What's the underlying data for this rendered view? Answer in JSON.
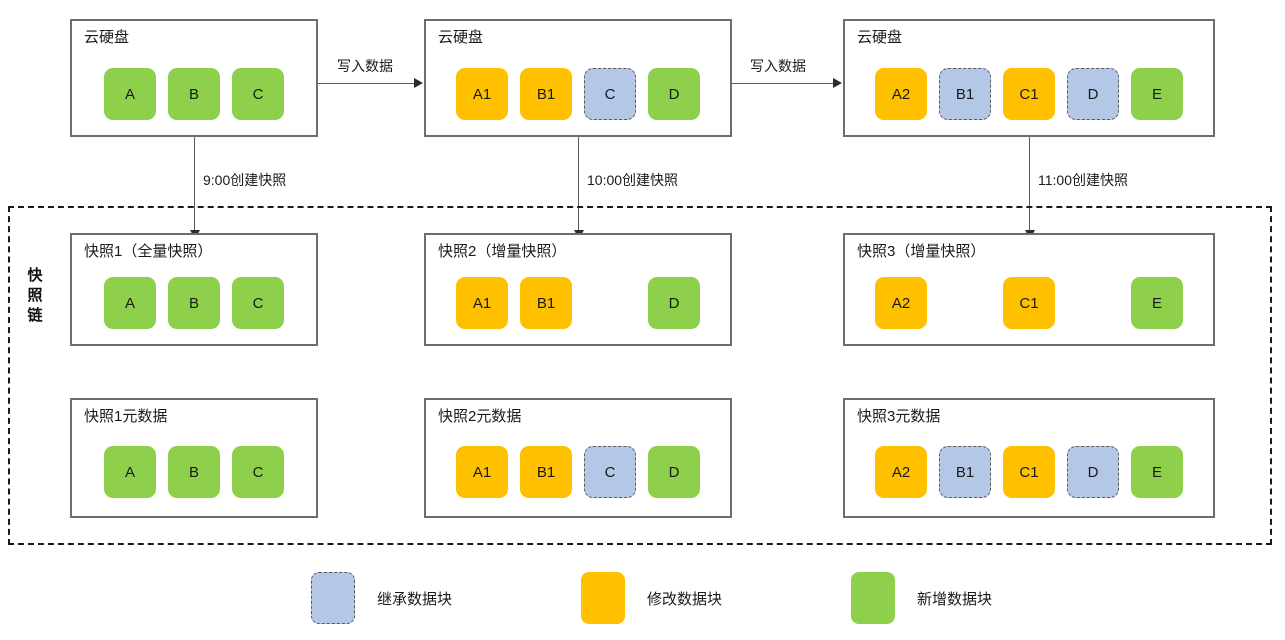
{
  "disks": [
    {
      "title": "云硬盘",
      "blocks": [
        {
          "label": "A",
          "kind": "green"
        },
        {
          "label": "B",
          "kind": "green"
        },
        {
          "label": "C",
          "kind": "green"
        }
      ]
    },
    {
      "title": "云硬盘",
      "blocks": [
        {
          "label": "A1",
          "kind": "orange"
        },
        {
          "label": "B1",
          "kind": "orange"
        },
        {
          "label": "C",
          "kind": "blue"
        },
        {
          "label": "D",
          "kind": "green"
        }
      ]
    },
    {
      "title": "云硬盘",
      "blocks": [
        {
          "label": "A2",
          "kind": "orange"
        },
        {
          "label": "B1",
          "kind": "blue"
        },
        {
          "label": "C1",
          "kind": "orange"
        },
        {
          "label": "D",
          "kind": "blue"
        },
        {
          "label": "E",
          "kind": "green"
        }
      ]
    }
  ],
  "write_labels": [
    "写入数据",
    "写入数据"
  ],
  "snapshot_labels": [
    "9:00创建快照",
    "10:00创建快照",
    "11:00创建快照"
  ],
  "chain": {
    "label_chars": [
      "快",
      "照",
      "链"
    ]
  },
  "snapshots": [
    {
      "title": "快照1（全量快照）",
      "blocks": [
        {
          "label": "A",
          "kind": "green"
        },
        {
          "label": "B",
          "kind": "green"
        },
        {
          "label": "C",
          "kind": "green"
        }
      ]
    },
    {
      "title": "快照2（增量快照）",
      "blocks": [
        {
          "label": "A1",
          "kind": "orange"
        },
        {
          "label": "B1",
          "kind": "orange"
        },
        {
          "label": "",
          "kind": "empty"
        },
        {
          "label": "D",
          "kind": "green"
        }
      ]
    },
    {
      "title": "快照3（增量快照）",
      "blocks": [
        {
          "label": "A2",
          "kind": "orange"
        },
        {
          "label": "",
          "kind": "empty"
        },
        {
          "label": "C1",
          "kind": "orange"
        },
        {
          "label": "",
          "kind": "empty"
        },
        {
          "label": "E",
          "kind": "green"
        }
      ]
    }
  ],
  "metadata": [
    {
      "title": "快照1元数据",
      "blocks": [
        {
          "label": "A",
          "kind": "green"
        },
        {
          "label": "B",
          "kind": "green"
        },
        {
          "label": "C",
          "kind": "green"
        }
      ]
    },
    {
      "title": "快照2元数据",
      "blocks": [
        {
          "label": "A1",
          "kind": "orange"
        },
        {
          "label": "B1",
          "kind": "orange"
        },
        {
          "label": "C",
          "kind": "blue"
        },
        {
          "label": "D",
          "kind": "green"
        }
      ]
    },
    {
      "title": "快照3元数据",
      "blocks": [
        {
          "label": "A2",
          "kind": "orange"
        },
        {
          "label": "B1",
          "kind": "blue"
        },
        {
          "label": "C1",
          "kind": "orange"
        },
        {
          "label": "D",
          "kind": "blue"
        },
        {
          "label": "E",
          "kind": "green"
        }
      ]
    }
  ],
  "legend": [
    {
      "label": "继承数据块",
      "kind": "blue"
    },
    {
      "label": "修改数据块",
      "kind": "orange"
    },
    {
      "label": "新增数据块",
      "kind": "green"
    }
  ],
  "colors": {
    "inherited": "#B4C7E7",
    "modified": "#FFC000",
    "added": "#8ED04B",
    "box_border": "#6e6e6e",
    "chain_border": "#1a1a1a"
  }
}
